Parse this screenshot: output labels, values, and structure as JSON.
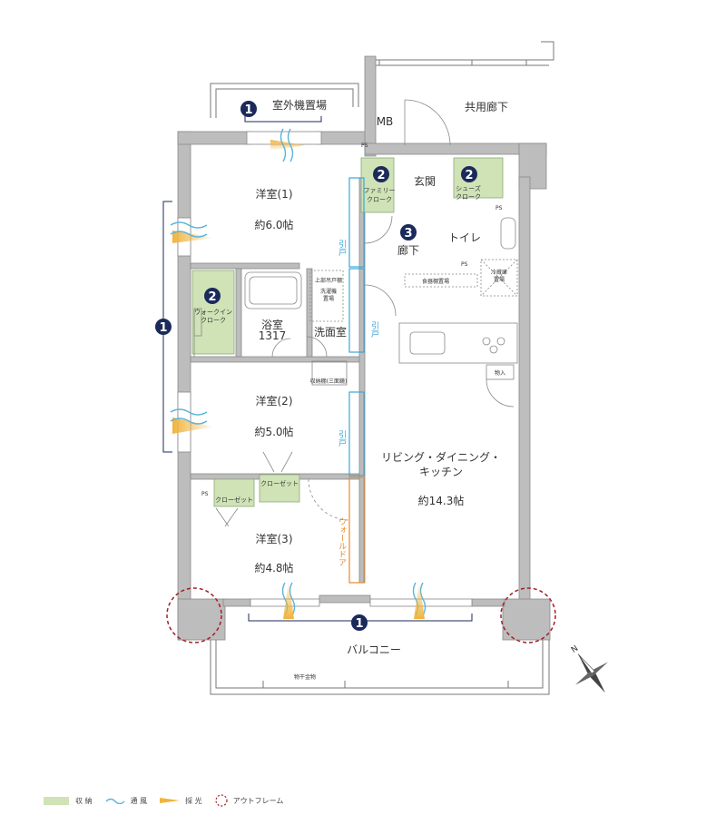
{
  "rooms": {
    "western1": {
      "name": "洋室(1)",
      "size": "約6.0帖"
    },
    "western2": {
      "name": "洋室(2)",
      "size": "約5.0帖"
    },
    "western3": {
      "name": "洋室(3)",
      "size": "約4.8帖"
    },
    "ldk": {
      "name1": "リビング・ダイニング・",
      "name2": "キッチン",
      "size": "約14.3帖"
    },
    "bath": {
      "name": "浴室",
      "size": "1317"
    },
    "washroom": "洗面室",
    "entrance": "玄関",
    "corridor": "廊下",
    "toilet": "トイレ",
    "balcony": "バルコニー",
    "outdoor_unit": "室外機置場",
    "common_corridor": "共用廊下",
    "mb": "MB"
  },
  "storage": {
    "family_closet": [
      "ファミリー",
      "クローク"
    ],
    "shoes_closet": [
      "シューズ",
      "クローク"
    ],
    "walkin_closet": [
      "ウォークイン",
      "クローク"
    ],
    "closet": "クローゼット",
    "upper_cabinet": "上部吊戸棚",
    "washer_space": [
      "洗濯機",
      "置場"
    ],
    "storage_shelf": "収納棚(三面鏡)",
    "pantry": "物入",
    "dish_storage": "食器棚置場",
    "fridge": [
      "冷蔵庫",
      "置場"
    ]
  },
  "labels": {
    "ps": "PS",
    "sliding_door": "引戸",
    "wall_door": "ウォールドア",
    "handrail": "物干金物"
  },
  "badges": {
    "n1": "1",
    "n2": "2",
    "n3": "3"
  },
  "legend": {
    "storage": "収 納",
    "ventilation": "通 風",
    "light": "採 光",
    "outframe": "アウトフレーム"
  },
  "colors": {
    "storage": "#cfe3b6",
    "badge": "#1b2a5a",
    "sliding_door": "#3aa6d8",
    "wall_door": "#e8892b",
    "outframe": "#a01f28",
    "wall": "#bdbdbd",
    "light": "#f0b43c",
    "wind": "#5ab4dc"
  }
}
